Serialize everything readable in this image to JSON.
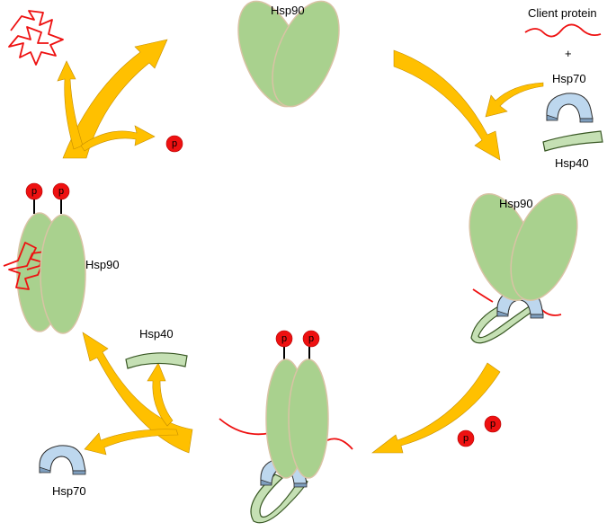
{
  "labels": {
    "hsp90_top": "Hsp90",
    "client_protein": "Client protein",
    "plus": "+",
    "hsp70_top": "Hsp70",
    "hsp40_top": "Hsp40",
    "hsp90_right": "Hsp90",
    "hsp90_left": "Hsp90",
    "hsp40_left": "Hsp40",
    "hsp70_bottom": "Hsp70"
  },
  "phosphate": {
    "p1": "p",
    "p2": "p",
    "p3": "p",
    "p4": "p",
    "p5": "p",
    "p6": "p",
    "p7": "p"
  },
  "colors": {
    "hsp90": "#a9d18e",
    "hsp70": "#bdd7ee",
    "hsp40": "#c5e0b4",
    "arrow": "#ffc000",
    "client_protein": "#ee1111",
    "phosphate": "#ee1111"
  }
}
